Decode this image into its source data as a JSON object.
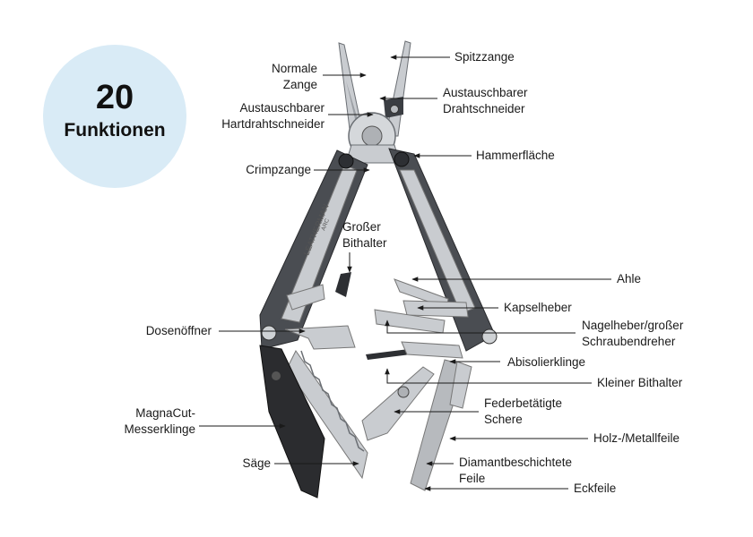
{
  "badge": {
    "number": "20",
    "text": "Funktionen"
  },
  "labels": {
    "normale_zange": "Normale\nZange",
    "spitzzange": "Spitzzange",
    "hartdrahtschneider": "Austauschbarer\nHartdrahtschneider",
    "drahtschneider": "Austauschbarer\nDrahtschneider",
    "hammerflaeche": "Hammerfläche",
    "crimpzange": "Crimpzange",
    "bithalter_gross": "Großer\nBithalter",
    "ahle": "Ahle",
    "kapselheber": "Kapselheber",
    "nagelheber": "Nagelheber/großer\nSchraubendreher",
    "dosenoeffner": "Dosenöffner",
    "abisolierklinge": "Abisolierklinge",
    "bithalter_klein": "Kleiner Bithalter",
    "schere": "Federbetätigte\nSchere",
    "messerklinge": "MagnaCut-\nMesserklinge",
    "feile": "Holz-/Metallfeile",
    "saege": "Säge",
    "diamantfeile": "Diamantbeschichtete\nFeile",
    "eckfeile": "Eckfeile"
  },
  "tool_engravings": {
    "brand": "LEATHERMAN",
    "model": "ARC"
  },
  "colors": {
    "badge": "#d9ebf6",
    "steel": "#c9ccd0",
    "handle_dark": "#3b3e43",
    "blade_black": "#2b2c2f"
  }
}
